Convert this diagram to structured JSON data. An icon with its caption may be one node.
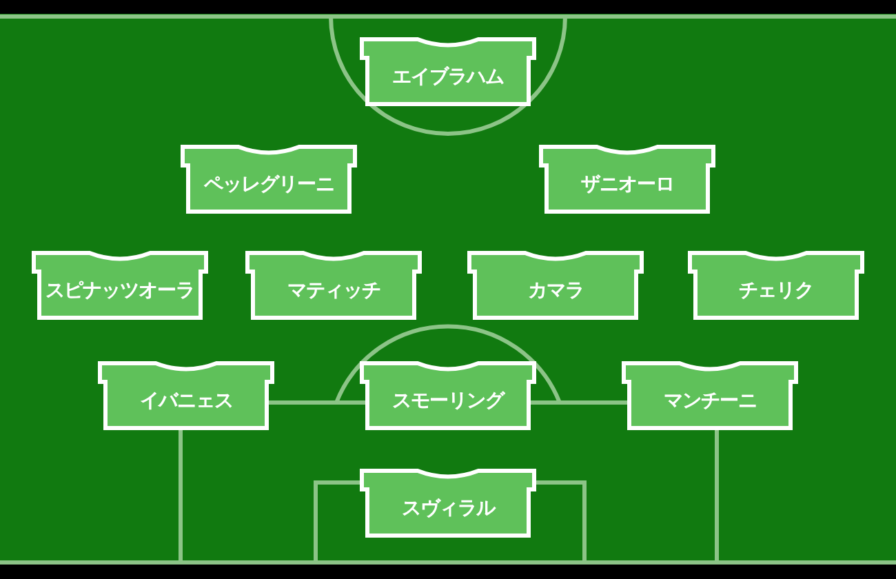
{
  "diagram": {
    "nodes": [
      {
        "text": [
          "エイブラハム"
        ]
      },
      {
        "text": [
          "ペッレグリーニ"
        ]
      },
      {
        "text": [
          "ザニオーロ"
        ]
      },
      {
        "text": [
          "スピナッツオーラ"
        ]
      },
      {
        "text": [
          "マティッチ"
        ]
      },
      {
        "text": [
          "カマラ"
        ]
      },
      {
        "text": [
          "チェリク"
        ]
      },
      {
        "text": [
          "イバニェス"
        ]
      },
      {
        "text": [
          "スモーリング"
        ]
      },
      {
        "text": [
          "マンチーニ"
        ]
      },
      {
        "text": [
          "スヴィラル"
        ]
      }
    ]
  }
}
